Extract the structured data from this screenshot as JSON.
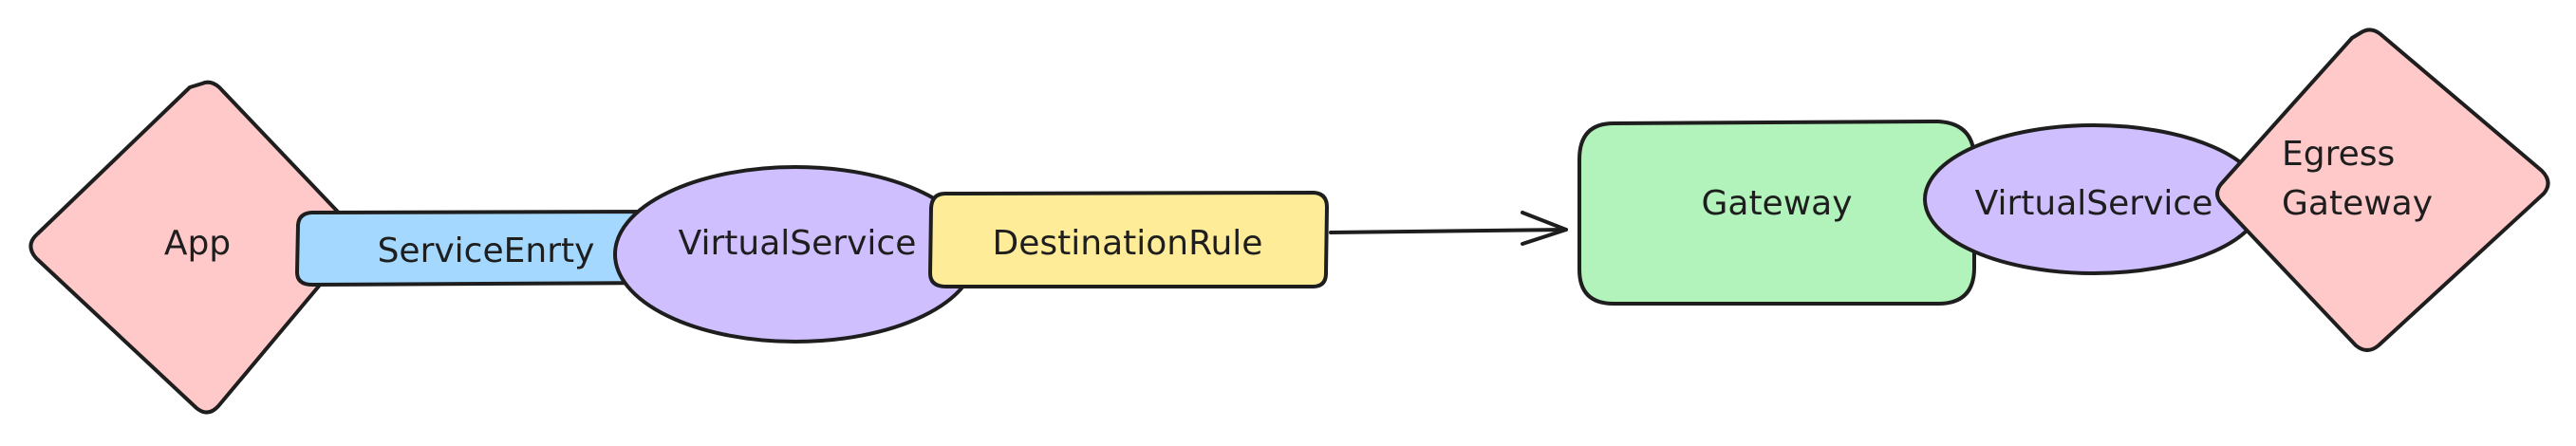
{
  "nodes": {
    "app": {
      "label": "App",
      "shape": "diamond",
      "fill": "#ffc9c9"
    },
    "service_entry": {
      "label": "ServiceEnrty",
      "shape": "rounded-rect",
      "fill": "#a5d8ff"
    },
    "virtual_service_1": {
      "label": "VirtualService",
      "shape": "ellipse",
      "fill": "#d0bfff"
    },
    "destination_rule": {
      "label": "DestinationRule",
      "shape": "rounded-rect",
      "fill": "#ffec99"
    },
    "gateway": {
      "label": "Gateway",
      "shape": "rounded-rect",
      "fill": "#b2f2bb"
    },
    "virtual_service_2": {
      "label": "VirtualService",
      "shape": "ellipse",
      "fill": "#d0bfff"
    },
    "egress_gateway": {
      "label_line1": "Egress",
      "label_line2": "Gateway",
      "shape": "diamond",
      "fill": "#ffc9c9"
    }
  },
  "edges": [
    {
      "from": "destination_rule",
      "to": "gateway",
      "style": "arrow"
    }
  ],
  "colors": {
    "stroke": "#1e1e1e",
    "background": "#ffffff"
  }
}
